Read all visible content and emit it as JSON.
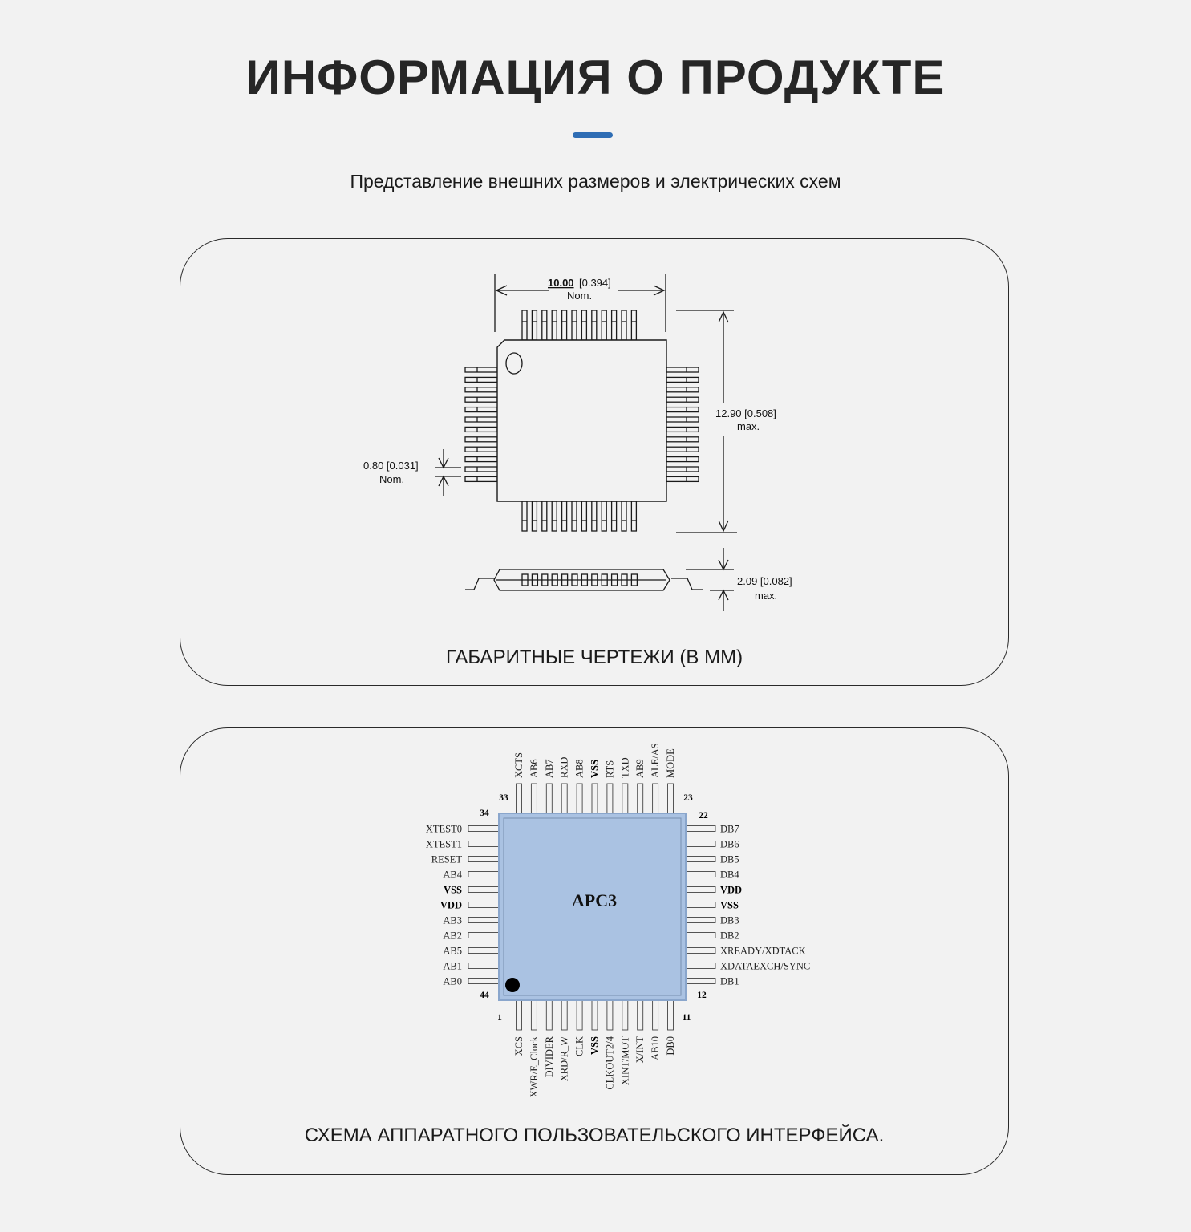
{
  "header": {
    "title": "ИНФОРМАЦИЯ О ПРОДУКТЕ",
    "subtitle": "Представление внешних размеров и электрических схем"
  },
  "outline": {
    "caption": "ГАБАРИТНЫЕ ЧЕРТЕЖИ (В ММ)",
    "width_value": "10.00",
    "width_inch": "[0.394]",
    "width_note": "Nom.",
    "height_value": "12.90 [0.508]",
    "height_note": "max.",
    "pitch_value": "0.80 [0.031]",
    "pitch_note": "Nom.",
    "thickness_value": "2.09 [0.082]",
    "thickness_note": "max."
  },
  "pinout": {
    "caption": "СХЕМА АППАРАТНОГО ПОЛЬЗОВАТЕЛЬСКОГО ИНТЕРФЕЙСА.",
    "chip_label": "APC3",
    "colors": {
      "chip_fill": "#aac2e2",
      "chip_border": "#8aa6cc",
      "accent": "#2f6db4"
    },
    "corner_numbers": {
      "n33": "33",
      "n23": "23",
      "n34": "34",
      "n22": "22",
      "n44": "44",
      "n12": "12",
      "n1": "1",
      "n11": "11"
    },
    "top_pins": [
      "XCTS",
      "AB6",
      "AB7",
      "RXD",
      "AB8",
      "VSS",
      "RTS",
      "TXD",
      "AB9",
      "ALE/AS",
      "MODE"
    ],
    "left_pins": [
      "XTEST0",
      "XTEST1",
      "RESET",
      "AB4",
      "VSS",
      "VDD",
      "AB3",
      "AB2",
      "AB5",
      "AB1",
      "AB0"
    ],
    "right_pins": [
      "DB7",
      "DB6",
      "DB5",
      "DB4",
      "VDD",
      "VSS",
      "DB3",
      "DB2",
      "XREADY/XDTACK",
      "XDATAEXCH/SYNC",
      "DB1"
    ],
    "bottom_pins": [
      "XCS",
      "XWR/E_Clock",
      "DIVIDER",
      "XRD/R_W",
      "CLK",
      "VSS",
      "CLKOUT2/4",
      "XINT/MOT",
      "X/INT",
      "AB10",
      "DB0"
    ]
  }
}
